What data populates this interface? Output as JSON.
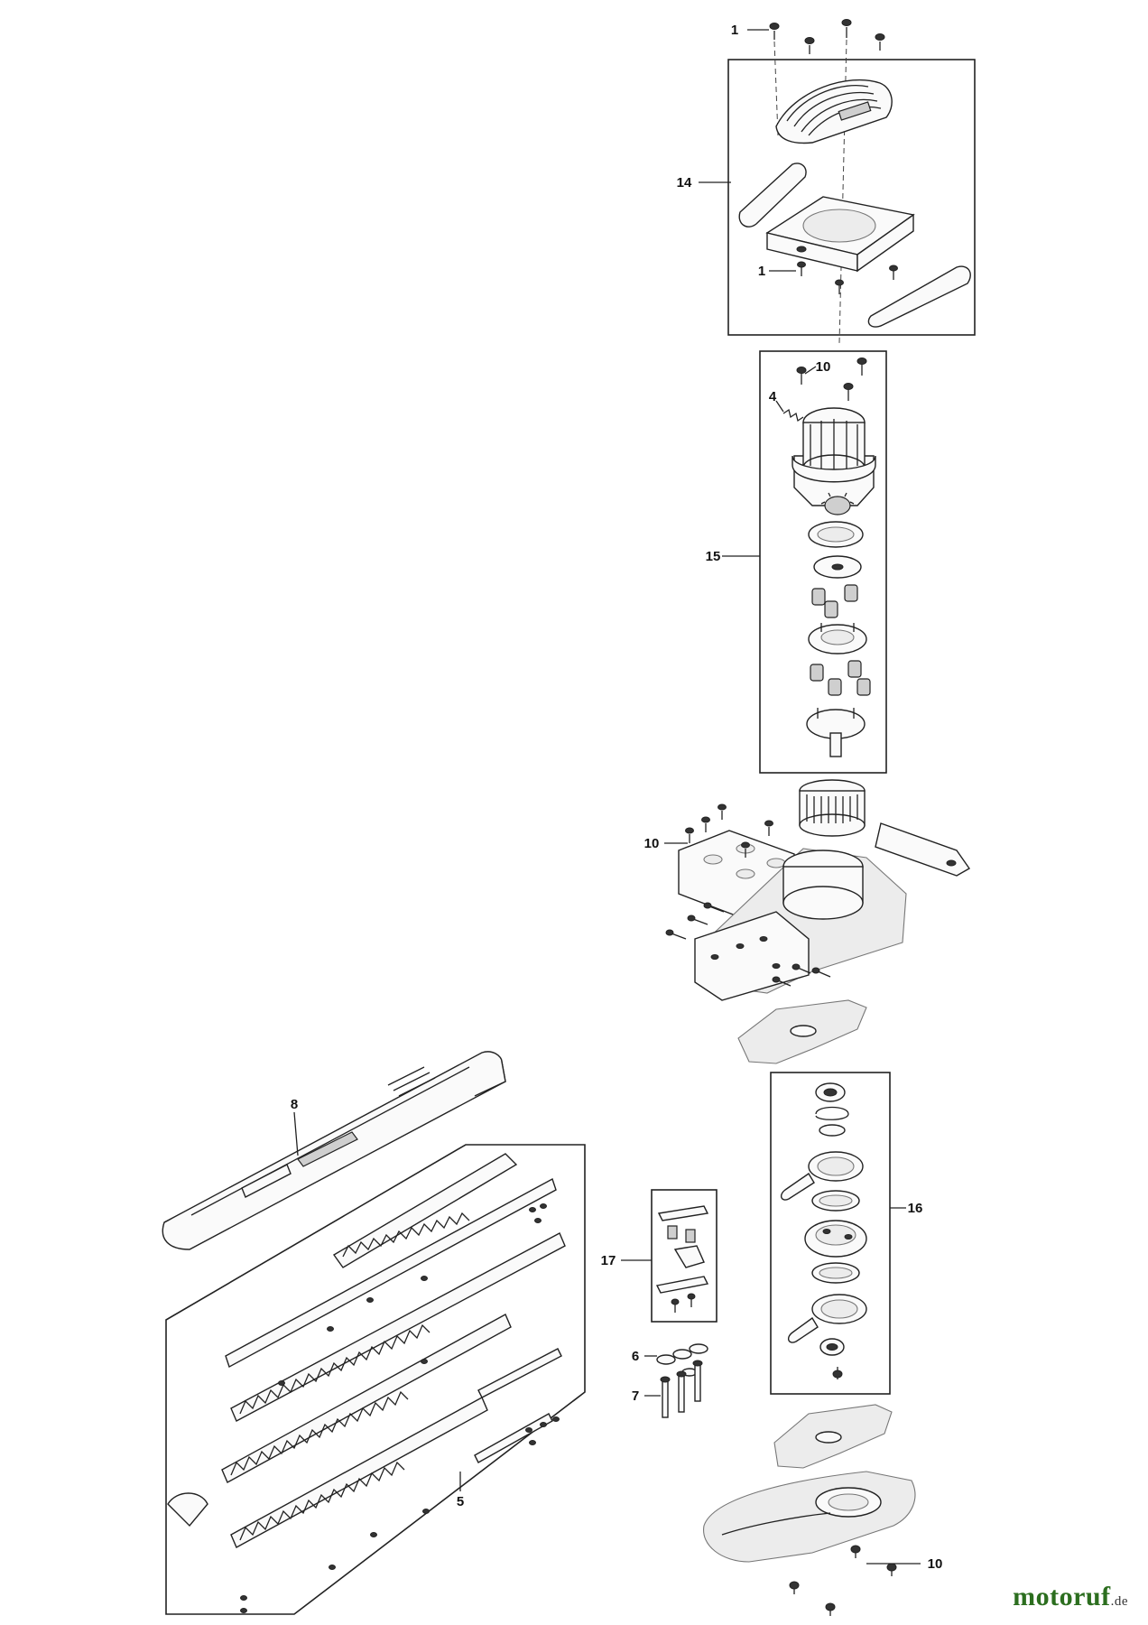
{
  "callouts": [
    {
      "id": "c1a",
      "text": "1"
    },
    {
      "id": "c14",
      "text": "14"
    },
    {
      "id": "c1b",
      "text": "1"
    },
    {
      "id": "c10a",
      "text": "10"
    },
    {
      "id": "c4",
      "text": "4"
    },
    {
      "id": "c15",
      "text": "15"
    },
    {
      "id": "c10b",
      "text": "10"
    },
    {
      "id": "c8",
      "text": "8"
    },
    {
      "id": "c16",
      "text": "16"
    },
    {
      "id": "c17",
      "text": "17"
    },
    {
      "id": "c6",
      "text": "6"
    },
    {
      "id": "c7",
      "text": "7"
    },
    {
      "id": "c5",
      "text": "5"
    },
    {
      "id": "c10c",
      "text": "10"
    }
  ],
  "watermark": {
    "brand": "motoruf",
    "tld": ".de",
    "color": "#2c6e1f"
  }
}
